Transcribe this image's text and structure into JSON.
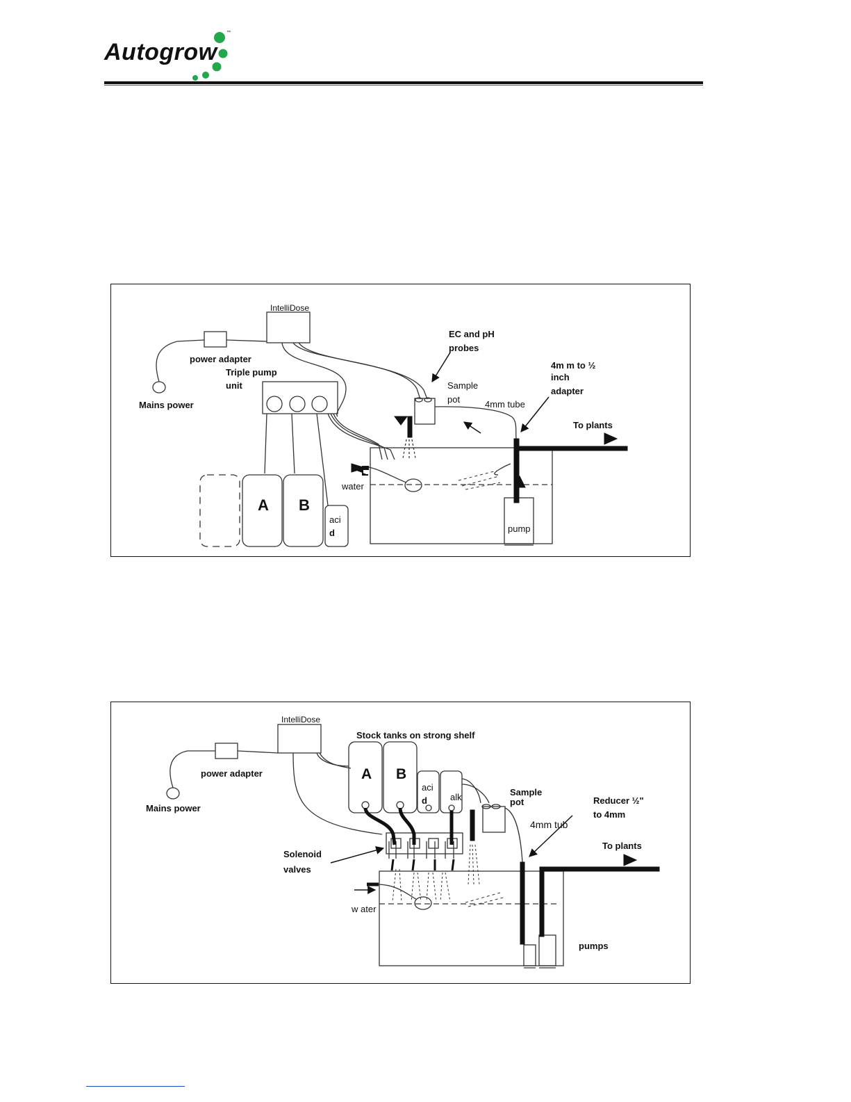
{
  "header": {
    "brand": "Autogrow",
    "trademark": "™",
    "brand_color": "#22a84a"
  },
  "diagram1": {
    "controller": "IntelliDose",
    "power_adapter": "power adapter",
    "mains_power": "Mains power",
    "pump_unit_line1": "Triple pump",
    "pump_unit_line2": "unit",
    "probes_line1": "EC and pH",
    "probes_line2": "probes",
    "sample_pot_line1": "Sample",
    "sample_pot_line2": "pot",
    "tube": "4mm tube",
    "adapter_line1": "4m m to ½",
    "adapter_line2": "inch",
    "adapter_line3": "adapter",
    "to_plants": "To plants",
    "tank_a": "A",
    "tank_b": "B",
    "acid_line1": "aci",
    "acid_line2": "d",
    "water": "water",
    "pump": "pump"
  },
  "diagram2": {
    "controller": "IntelliDose",
    "power_adapter": "power adapter",
    "mains_power": "Mains power",
    "stock_tanks": "Stock tanks on strong shelf",
    "tank_a": "A",
    "tank_b": "B",
    "acid_line1": "aci",
    "acid_line2": "d",
    "alk": "alk",
    "sample_pot_line1": "Sample",
    "sample_pot_line2": "pot",
    "reducer_line1": "Reducer ½\"",
    "reducer_line2": "to 4mm",
    "tube": "4mm tub",
    "to_plants": "To plants",
    "solenoid_line1": "Solenoid",
    "solenoid_line2": "valves",
    "water": "w ater",
    "pumps": "pumps"
  }
}
